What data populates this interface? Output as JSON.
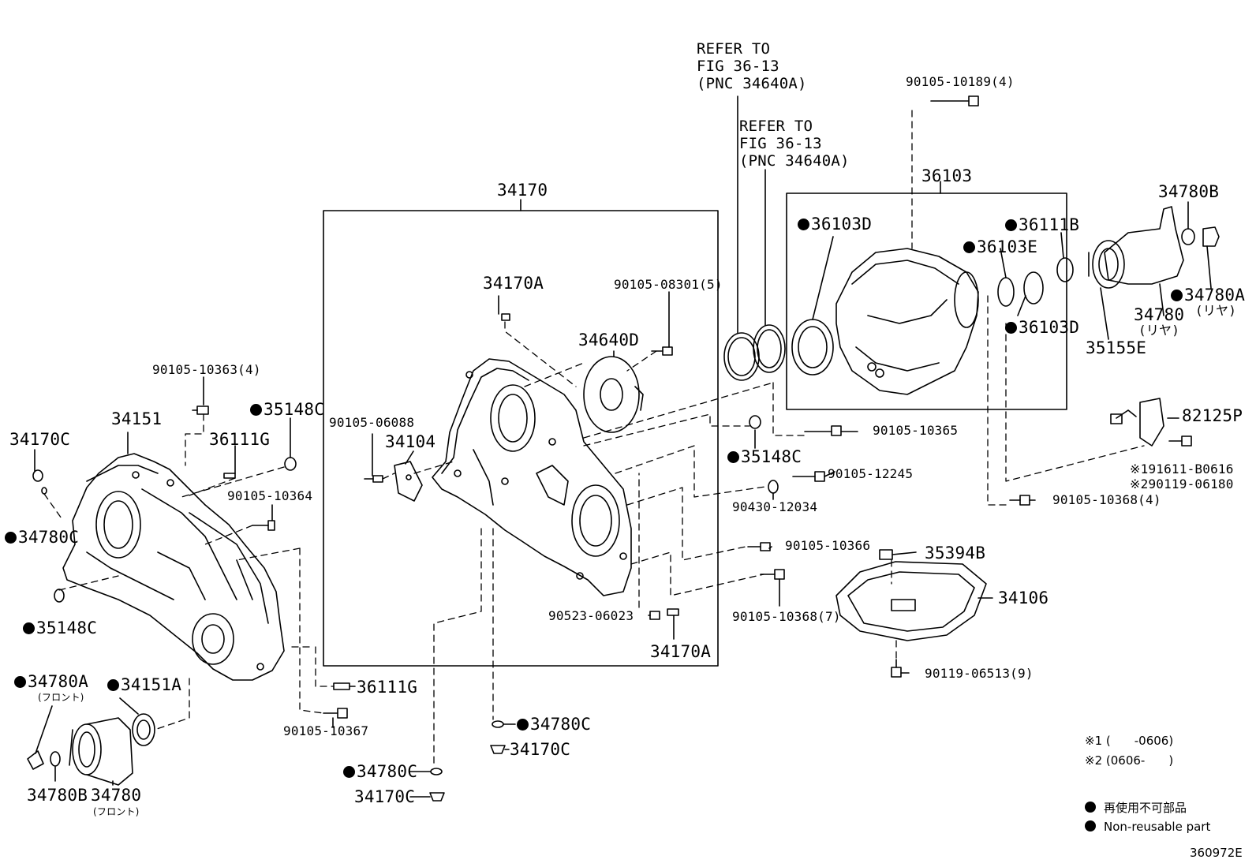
{
  "references": {
    "ref1": [
      "REFER TO",
      "FIG 36-13",
      "(PNC 34640A)"
    ],
    "ref2": [
      "REFER TO",
      "FIG 36-13",
      "(PNC 34640A)"
    ]
  },
  "parts": {
    "p34170": "34170",
    "p36103": "36103",
    "p34170A_top": "34170A",
    "p34170A_bottom": "34170A",
    "p90105_08301": "90105-08301(5)",
    "p34640D": "34640D",
    "p90105_10189": "90105-10189(4)",
    "p36103D_left": "36103D",
    "p36103E": "36103E",
    "p36111B": "36111B",
    "p36103D_right": "36103D",
    "p34780B_right": "34780B",
    "p34780A_right": "34780A",
    "p34780A_right_sub": "(リヤ)",
    "p34780_right": "34780",
    "p34780_right_sub": "(リヤ)",
    "p35155E": "35155E",
    "p90105_10363": "90105-10363(4)",
    "p35148C_top": "35148C",
    "p34151": "34151",
    "p36111G_top": "36111G",
    "p34170C_left": "34170C",
    "p90105_06088": "90105-06088",
    "p34104": "34104",
    "p90105_10364": "90105-10364",
    "p34780C_left": "34780C",
    "p35148C_left": "35148C",
    "p35148C_mid": "35148C",
    "p90105_10365": "90105-10365",
    "p82125P": "82125P",
    "p90105_12245": "90105-12245",
    "p90430_12034": "90430-12034",
    "p191611_B0616": "※191611-B0616",
    "p290119_06180": "※290119-06180",
    "p90105_10368_4": "90105-10368(4)",
    "p90105_10366": "90105-10366",
    "p35394B": "35394B",
    "p34106": "34106",
    "p90523_06023": "90523-06023",
    "p90105_10368_7": "90105-10368(7)",
    "p34780A_left": "34780A",
    "p34780A_left_sub": "(フロント)",
    "p34151A": "34151A",
    "p36111G_bottom": "36111G",
    "p90105_10367": "90105-10367",
    "p90119_06513": "90119-06513(9)",
    "p34780C_mid": "34780C",
    "p34170C_mid": "34170C",
    "p34780C_low": "34780C",
    "p34170C_low": "34170C",
    "p34780B_left": "34780B",
    "p34780_left": "34780",
    "p34780_left_sub": "(フロント)"
  },
  "notes": {
    "n1": "※1 (　　-0606)",
    "n2": "※2 (0606-　　)"
  },
  "legend": {
    "jp": "再使用不可部品",
    "en": "Non-reusable part"
  },
  "figure_id": "360972E"
}
